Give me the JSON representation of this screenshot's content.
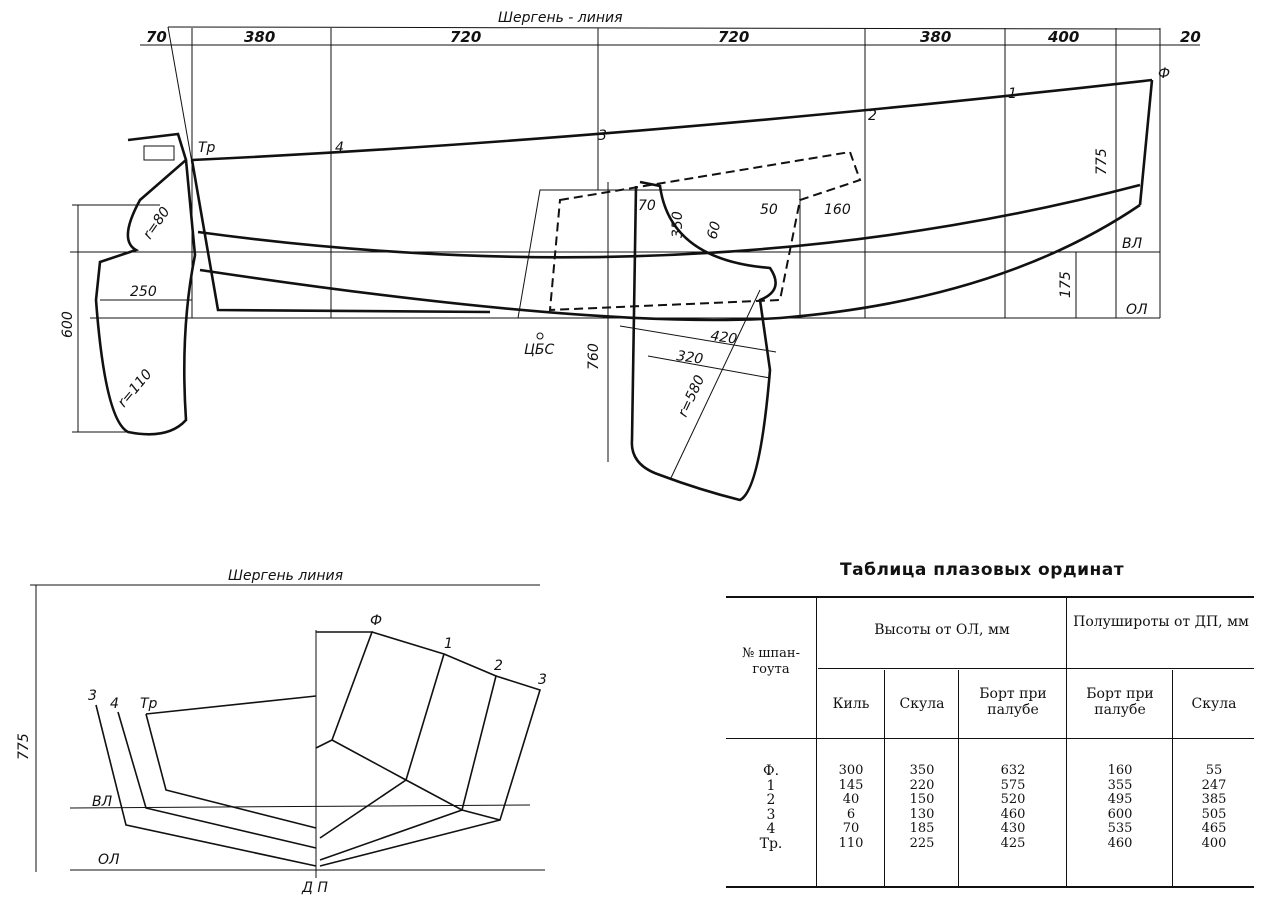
{
  "profile": {
    "sheer_line_label": "Шергень - линия",
    "top_dims": [
      "70",
      "380",
      "720",
      "720",
      "380",
      "400",
      "20"
    ],
    "station_labels": [
      "Тр",
      "4",
      "3",
      "2",
      "1",
      "Ф"
    ],
    "dims": {
      "height_775": "775",
      "height_175": "175",
      "vl": "ВЛ",
      "ol": "ОЛ",
      "cbs": "ЦБС",
      "rudder_600": "600",
      "rudder_250": "250",
      "rudder_r80": "r=80",
      "rudder_r110": "r=110",
      "cb_70": "70",
      "cb_350": "350",
      "cb_60": "60",
      "cb_50": "50",
      "cb_160": "160",
      "cb_420": "420",
      "cb_320": "320",
      "cb_r580": "r=580",
      "cb_760": "760"
    }
  },
  "body_plan": {
    "sheer_label": "Шергень линия",
    "height_label": "775",
    "vl": "ВЛ",
    "ol": "ОЛ",
    "dp": "Д П",
    "aft_labels": [
      "3",
      "4",
      "Тр"
    ],
    "fwd_labels": [
      "Ф",
      "1",
      "2",
      "3"
    ]
  },
  "table": {
    "title": "Таблица плазовых ординат",
    "station_header": "№ шпан- гоута",
    "group_heights": "Высоты от ОЛ, мм",
    "group_halfbreadths": "Полушироты от ДП, мм",
    "col_keel": "Киль",
    "col_chine": "Скула",
    "col_deck": "Борт при палубе",
    "col_deck2": "Борт при палубе",
    "col_chine2": "Скула",
    "stations": [
      "Ф.",
      "1",
      "2",
      "3",
      "4",
      "Тр."
    ],
    "keel": [
      "300",
      "145",
      "40",
      "6",
      "70",
      "110"
    ],
    "chine_h": [
      "350",
      "220",
      "150",
      "130",
      "185",
      "225"
    ],
    "deck_h": [
      "632",
      "575",
      "520",
      "460",
      "430",
      "425"
    ],
    "deck_hb": [
      "160",
      "355",
      "495",
      "600",
      "535",
      "460"
    ],
    "chine_hb": [
      "55",
      "247",
      "385",
      "505",
      "465",
      "400"
    ]
  }
}
